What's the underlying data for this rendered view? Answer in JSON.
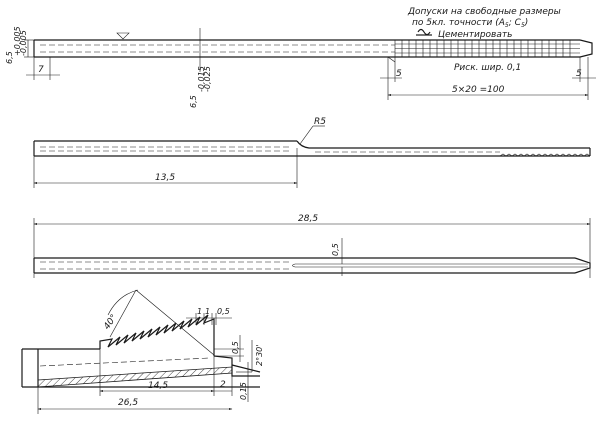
{
  "notes": {
    "line1": "Допуски на свободные размеры",
    "line2": "по 5кл. точности (A",
    "line2_sub1": "5",
    "line2_mid": "; C",
    "line2_sub2": "5",
    "line2_end": ")",
    "cement_label": "Цементировать"
  },
  "view1": {
    "dim_left_height": "6,5",
    "dim_left_tol_upper": "+0,005",
    "dim_left_tol_lower": "-0,005",
    "dim_left_len": "7",
    "dim_mid_height": "6,5",
    "dim_mid_tol_upper": "-0,015",
    "dim_mid_tol_lower": "-0,025",
    "dim_step_left": "5",
    "dim_step_right": "5",
    "dim_knurl_total": "5×20 =100",
    "knurl_note": "Риск. шир. 0,1"
  },
  "view2": {
    "radius_label": "R5",
    "length_label": "13,5"
  },
  "view3": {
    "overall_length": "28,5",
    "slot_width": "0,5"
  },
  "detail": {
    "angle_label": "40°",
    "pitch_1": "1",
    "pitch_2": "1",
    "tooth_land": "0,5",
    "tooth_height": "0,5",
    "taper_angle": "2°30'",
    "wall_thickness": "0,15",
    "end_len": "2",
    "teeth_len": "14,5",
    "total_len": "26,5"
  }
}
